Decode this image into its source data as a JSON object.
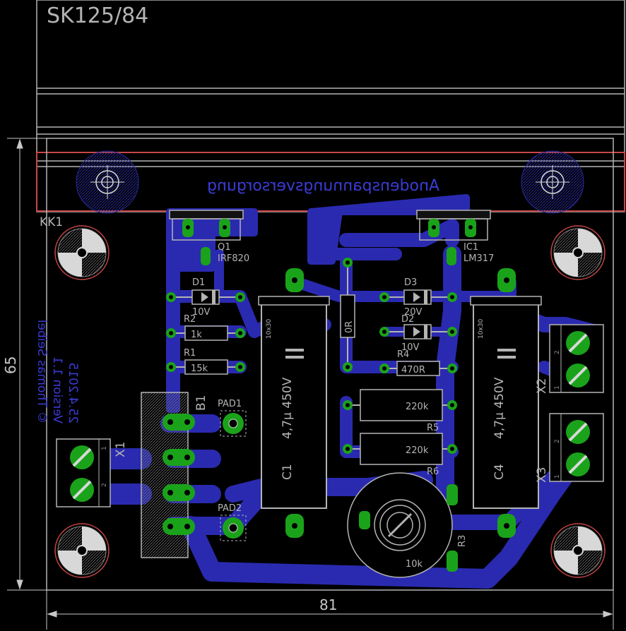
{
  "heatsink_label": "SK125/84",
  "heatsink_ref": "KK1",
  "mirrored_title": "Anodenspannungsversorgung",
  "mirrored_credits": [
    "25.4.2015",
    "Version 1.1",
    "© Thomas Seibel"
  ],
  "dimensions": {
    "height": "65",
    "width": "81"
  },
  "components": {
    "q1": {
      "ref": "Q1",
      "value": "IRF820"
    },
    "ic1": {
      "ref": "IC1",
      "value": "LM317"
    },
    "d1": {
      "ref": "D1",
      "value": "10V"
    },
    "d2": {
      "ref": "D2",
      "value": "10V"
    },
    "d3": {
      "ref": "D3",
      "value": "20V"
    },
    "r1": {
      "ref": "R1",
      "value": "15k"
    },
    "r2": {
      "ref": "R2",
      "value": "1k"
    },
    "r3": {
      "ref": "R3",
      "value": "10k"
    },
    "r4": {
      "ref": "R4",
      "value": "470R"
    },
    "r5": {
      "ref": "R5",
      "value": "220k"
    },
    "r6": {
      "ref": "R6",
      "value": "220k"
    },
    "r7": {
      "value": "0R"
    },
    "c1": {
      "ref": "C1",
      "value": "4,7µ 450V",
      "size": "10x30"
    },
    "c4": {
      "ref": "C4",
      "value": "4,7µ 450V",
      "size": "10x30"
    },
    "b1": {
      "ref": "B1"
    },
    "pad1": {
      "ref": "PAD1"
    },
    "pad2": {
      "ref": "PAD2"
    },
    "x1": {
      "ref": "X1",
      "pins": [
        "1",
        "2"
      ]
    },
    "x2": {
      "ref": "X2",
      "pins": [
        "2",
        "1"
      ]
    },
    "x3": {
      "ref": "X3",
      "pins": [
        "2",
        "1"
      ]
    }
  },
  "colors": {
    "background": "#000000",
    "copper_bottom": "#2a2ab0",
    "pad_green": "#1aa31a",
    "silkscreen": "#b4b4b4",
    "outline_red": "#c84646",
    "mirrored_text": "#3b3bd6"
  }
}
